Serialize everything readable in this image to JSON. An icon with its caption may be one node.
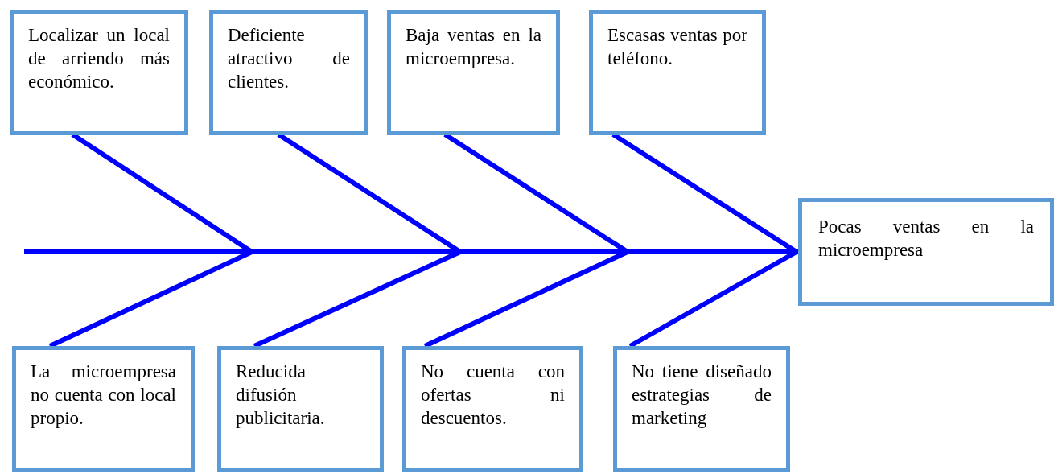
{
  "diagram": {
    "nodes": [
      {
        "text": [
          "Localizar un local de arriendo más económico."
        ]
      },
      {
        "text": [
          "Deficiente atractivo de clientes."
        ]
      },
      {
        "text": [
          "Baja ventas en la microempresa."
        ]
      },
      {
        "text": [
          "Escasas ventas por teléfono."
        ]
      },
      {
        "text": [
          "La microempresa no cuenta con local propio."
        ]
      },
      {
        "text": [
          "Reducida difusión publicitaria."
        ]
      },
      {
        "text": [
          "No cuenta con ofertas ni descuentos."
        ]
      },
      {
        "text": [
          "No tiene diseñado estrategias de marketing"
        ]
      },
      {
        "text": [
          "Pocas ventas en la microempresa"
        ]
      }
    ],
    "edges": [
      {
        "from": null,
        "to": 8,
        "arrow": "none"
      },
      {
        "from": 0,
        "to": 8,
        "arrow": "none"
      },
      {
        "from": 1,
        "to": 8,
        "arrow": "none"
      },
      {
        "from": 2,
        "to": 8,
        "arrow": "none"
      },
      {
        "from": 3,
        "to": 8,
        "arrow": "none"
      },
      {
        "from": 4,
        "to": 8,
        "arrow": "none"
      },
      {
        "from": 5,
        "to": 8,
        "arrow": "none"
      },
      {
        "from": 6,
        "to": 8,
        "arrow": "none"
      },
      {
        "from": 7,
        "to": 8,
        "arrow": "none"
      }
    ]
  }
}
